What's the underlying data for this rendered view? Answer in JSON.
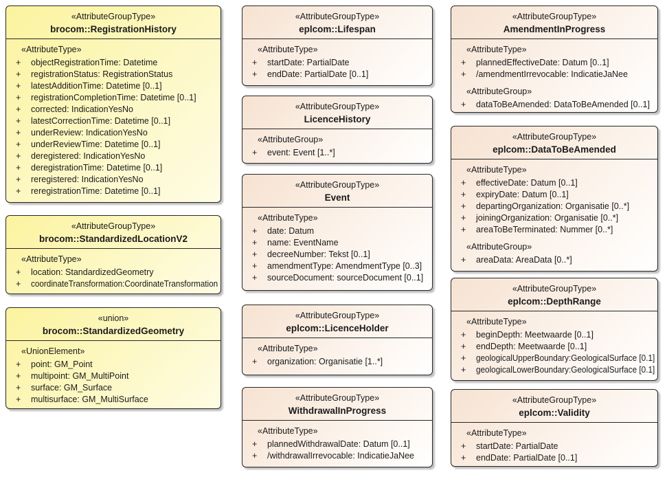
{
  "colors": {
    "yellow_node_fill": "#fbf39e",
    "cream_node_fill": "#f6e2d1",
    "node_border": "#262626",
    "shadow": "#bfbfbf"
  },
  "boxes": [
    {
      "stereotype": "«AttributeGroupType»",
      "name": "brocom::RegistrationHistory",
      "sections": [
        {
          "heading": "«AttributeType»",
          "rows": [
            {
              "vis": "+",
              "text": "objectRegistrationTime: Datetime"
            },
            {
              "vis": "+",
              "text": "registrationStatus: RegistrationStatus"
            },
            {
              "vis": "+",
              "text": "latestAdditionTime: Datetime [0..1]"
            },
            {
              "vis": "+",
              "text": "registrationCompletionTime: Datetime [0..1]"
            },
            {
              "vis": "+",
              "text": "corrected: IndicationYesNo"
            },
            {
              "vis": "+",
              "text": "latestCorrectionTime: Datetime [0..1]"
            },
            {
              "vis": "+",
              "text": "underReview: IndicationYesNo"
            },
            {
              "vis": "+",
              "text": "underReviewTime: Datetime [0..1]"
            },
            {
              "vis": "+",
              "text": "deregistered: IndicationYesNo"
            },
            {
              "vis": "+",
              "text": "deregistrationTime: Datetime [0..1]"
            },
            {
              "vis": "+",
              "text": "reregistered: IndicationYesNo"
            },
            {
              "vis": "+",
              "text": "reregistrationTime: Datetime [0..1]"
            }
          ]
        }
      ]
    },
    {
      "stereotype": "«AttributeGroupType»",
      "name": "brocom::StandardizedLocationV2",
      "sections": [
        {
          "heading": "«AttributeType»",
          "rows": [
            {
              "vis": "+",
              "text": "location: StandardizedGeometry"
            },
            {
              "vis": "+",
              "text": "coordinateTransformation:CoordinateTransformation"
            }
          ]
        }
      ]
    },
    {
      "stereotype": "«union»",
      "name": "brocom::StandardizedGeometry",
      "sections": [
        {
          "heading": "«UnionElement»",
          "rows": [
            {
              "vis": "+",
              "text": "point: GM_Point"
            },
            {
              "vis": "+",
              "text": "multipoint: GM_MultiPoint"
            },
            {
              "vis": "+",
              "text": "surface: GM_Surface"
            },
            {
              "vis": "+",
              "text": "multisurface: GM_MultiSurface"
            }
          ]
        }
      ]
    },
    {
      "stereotype": "«AttributeGroupType»",
      "name": "eplcom::Lifespan",
      "sections": [
        {
          "heading": "«AttributeType»",
          "rows": [
            {
              "vis": "+",
              "text": "startDate: PartialDate"
            },
            {
              "vis": "+",
              "text": "endDate: PartialDate [0..1]"
            }
          ]
        }
      ]
    },
    {
      "stereotype": "«AttributeGroupType»",
      "name": "LicenceHistory",
      "sections": [
        {
          "heading": "«AttributeGroup»",
          "rows": [
            {
              "vis": "+",
              "text": "event: Event [1..*]"
            }
          ]
        }
      ]
    },
    {
      "stereotype": "«AttributeGroupType»",
      "name": "Event",
      "sections": [
        {
          "heading": "«AttributeType»",
          "rows": [
            {
              "vis": "+",
              "text": "date: Datum"
            },
            {
              "vis": "+",
              "text": "name: EventName"
            },
            {
              "vis": "+",
              "text": "decreeNumber: Tekst [0..1]"
            },
            {
              "vis": "+",
              "text": "amendmentType: AmendmentType [0..3]"
            },
            {
              "vis": "+",
              "text": "sourceDocument: sourceDocument [0..1]"
            }
          ]
        }
      ]
    },
    {
      "stereotype": "«AttributeGroupType»",
      "name": "eplcom::LicenceHolder",
      "sections": [
        {
          "heading": "«AttributeType»",
          "rows": [
            {
              "vis": "+",
              "text": "organization: Organisatie [1..*]"
            }
          ]
        }
      ]
    },
    {
      "stereotype": "«AttributeGroupType»",
      "name": "WithdrawalInProgress",
      "sections": [
        {
          "heading": "«AttributeType»",
          "rows": [
            {
              "vis": "+",
              "text": "plannedWithdrawalDate: Datum [0..1]"
            },
            {
              "vis": "+",
              "text": "/withdrawalIrrevocable: IndicatieJaNee"
            }
          ]
        }
      ]
    },
    {
      "stereotype": "«AttributeGroupType»",
      "name": "AmendmentInProgress",
      "sections": [
        {
          "heading": "«AttributeType»",
          "rows": [
            {
              "vis": "+",
              "text": "plannedEffectiveDate: Datum [0..1]"
            },
            {
              "vis": "+",
              "text": "/amendmentIrrevocable: IndicatieJaNee"
            }
          ]
        },
        {
          "heading": "«AttributeGroup»",
          "rows": [
            {
              "vis": "+",
              "text": "dataToBeAmended: DataToBeAmended [0..1]"
            }
          ]
        }
      ]
    },
    {
      "stereotype": "«AttributeGroupType»",
      "name": "eplcom::DataToBeAmended",
      "sections": [
        {
          "heading": "«AttributeType»",
          "rows": [
            {
              "vis": "+",
              "text": "effectiveDate: Datum [0..1]"
            },
            {
              "vis": "+",
              "text": "expiryDate: Datum [0..1]"
            },
            {
              "vis": "+",
              "text": "departingOrganization: Organisatie [0..*]"
            },
            {
              "vis": "+",
              "text": "joiningOrganization: Organisatie [0..*]"
            },
            {
              "vis": "+",
              "text": "areaToBeTerminated: Nummer [0..*]"
            }
          ]
        },
        {
          "heading": "«AttributeGroup»",
          "rows": [
            {
              "vis": "+",
              "text": "areaData: AreaData [0..*]"
            }
          ]
        }
      ]
    },
    {
      "stereotype": "«AttributeGroupType»",
      "name": "eplcom::DepthRange",
      "sections": [
        {
          "heading": "«AttributeType»",
          "rows": [
            {
              "vis": "+",
              "text": "beginDepth: Meetwaarde [0..1]"
            },
            {
              "vis": "+",
              "text": "endDepth: Meetwaarde [0..1]"
            },
            {
              "vis": "+",
              "text": "geologicalUpperBoundary:GeologicalSurface [0.1]"
            },
            {
              "vis": "+",
              "text": "geologicalLowerBoundary:GeologicalSurface [0.1]"
            }
          ]
        }
      ]
    },
    {
      "stereotype": "«AttributeGroupType»",
      "name": "eplcom::Validity",
      "sections": [
        {
          "heading": "«AttributeType»",
          "rows": [
            {
              "vis": "+",
              "text": "startDate: PartialDate"
            },
            {
              "vis": "+",
              "text": "endDate: PartialDate [0..1]"
            }
          ]
        }
      ]
    }
  ]
}
